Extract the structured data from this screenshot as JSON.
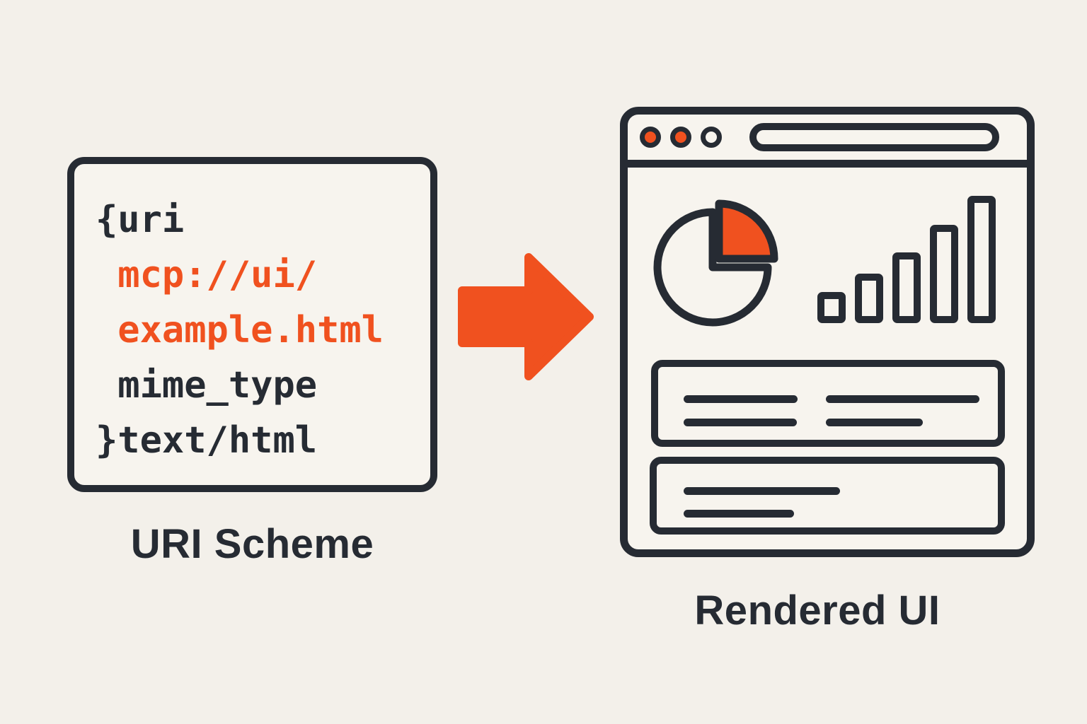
{
  "colors": {
    "bg": "#f3f0ea",
    "surface": "#f7f4ee",
    "ink": "#262b33",
    "accent": "#f0511f"
  },
  "uri_panel": {
    "label": "URI Scheme",
    "code_lines": [
      {
        "text": "{uri",
        "tone": "ink"
      },
      {
        "text": " mcp://ui/",
        "tone": "accent"
      },
      {
        "text": " example.html",
        "tone": "accent"
      },
      {
        "text": " mime_type",
        "tone": "ink"
      },
      {
        "text": "}text/html",
        "tone": "ink"
      }
    ]
  },
  "arrow": {
    "icon": "arrow-right-icon",
    "color": "#f0511f"
  },
  "rendered_panel": {
    "label": "Rendered UI",
    "browser_window": {
      "traffic_lights": [
        {
          "filled": true
        },
        {
          "filled": true
        },
        {
          "filled": false
        }
      ],
      "url_bar": {
        "value": "",
        "placeholder": ""
      },
      "charts": {
        "pie": {
          "type": "pie",
          "slices": [
            {
              "name": "highlight",
              "fraction": 0.25,
              "color": "#f0511f",
              "exploded": true
            },
            {
              "name": "remainder",
              "fraction": 0.75,
              "color": "#f7f4ee"
            }
          ]
        },
        "bars": {
          "type": "bar",
          "values": [
            44,
            70,
            100,
            139,
            180
          ]
        }
      }
    }
  }
}
